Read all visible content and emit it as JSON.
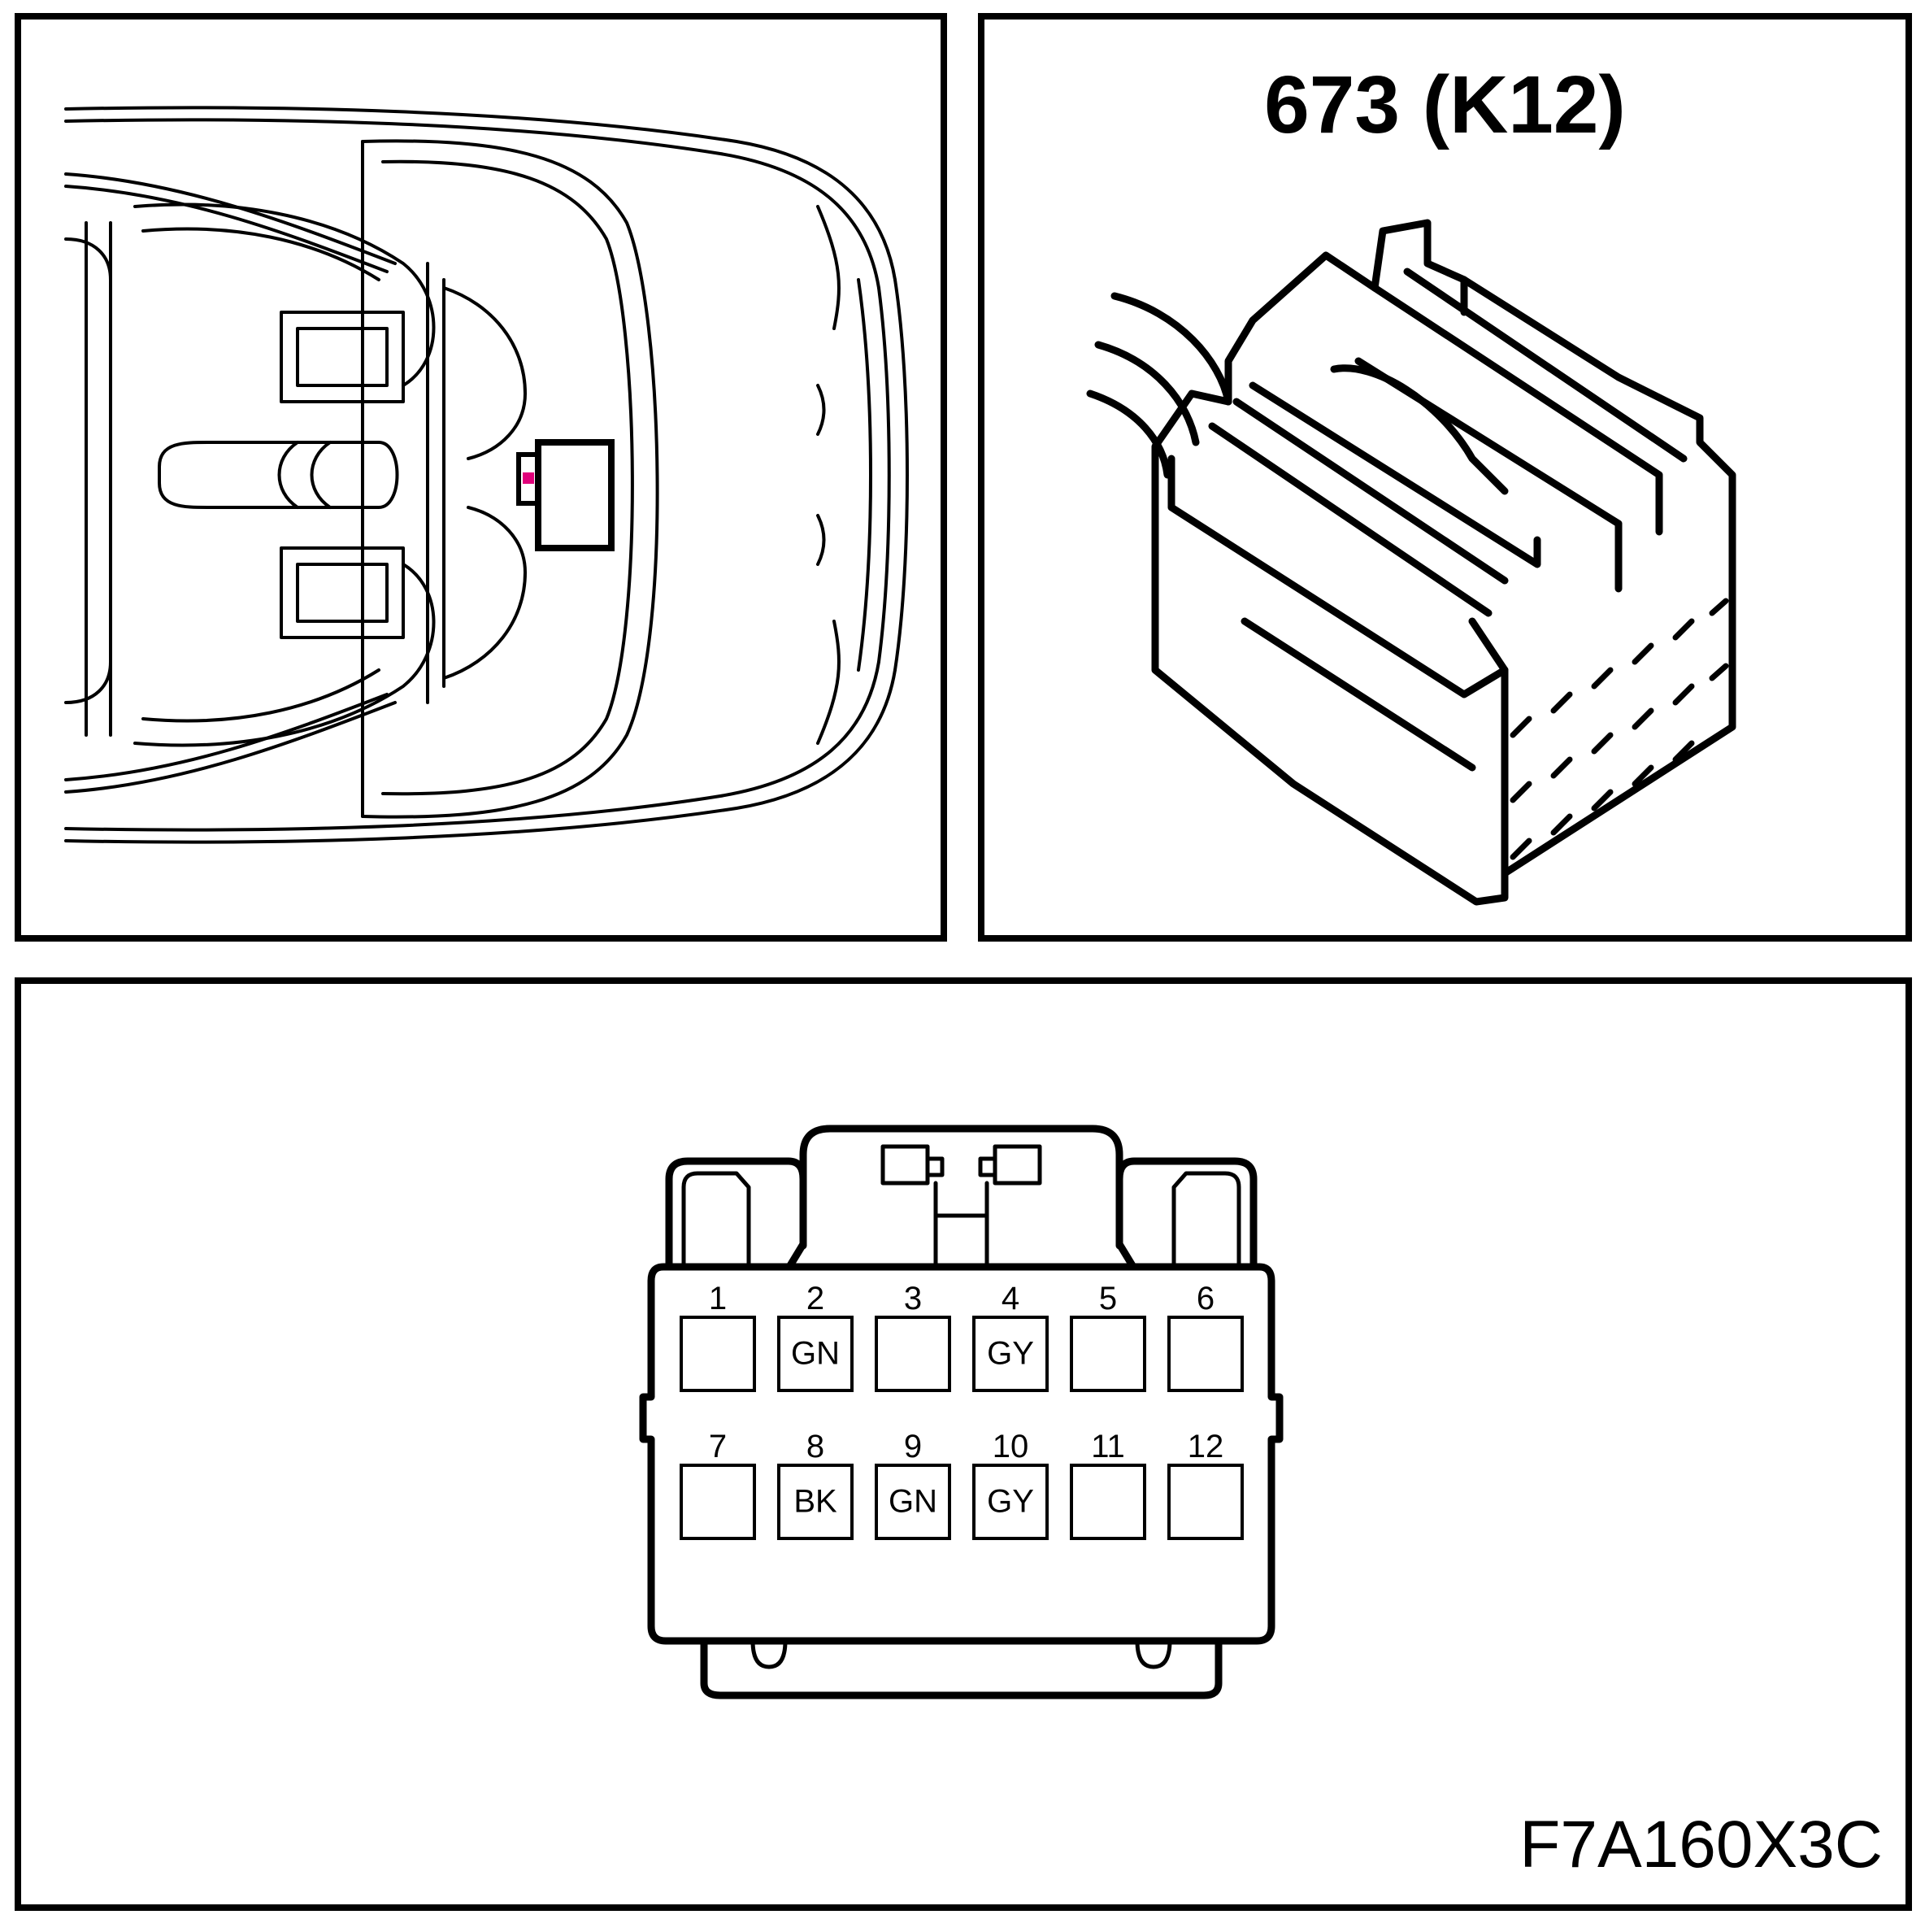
{
  "connector": {
    "title": "673 (K12)",
    "figure_code": "F7A160X3C",
    "highlight_color": "#e0007a",
    "pins": [
      {
        "number": "1",
        "wire": ""
      },
      {
        "number": "2",
        "wire": "GN"
      },
      {
        "number": "3",
        "wire": ""
      },
      {
        "number": "4",
        "wire": "GY"
      },
      {
        "number": "5",
        "wire": ""
      },
      {
        "number": "6",
        "wire": ""
      },
      {
        "number": "7",
        "wire": ""
      },
      {
        "number": "8",
        "wire": "BK"
      },
      {
        "number": "9",
        "wire": "GN"
      },
      {
        "number": "10",
        "wire": "GY"
      },
      {
        "number": "11",
        "wire": ""
      },
      {
        "number": "12",
        "wire": ""
      }
    ]
  }
}
